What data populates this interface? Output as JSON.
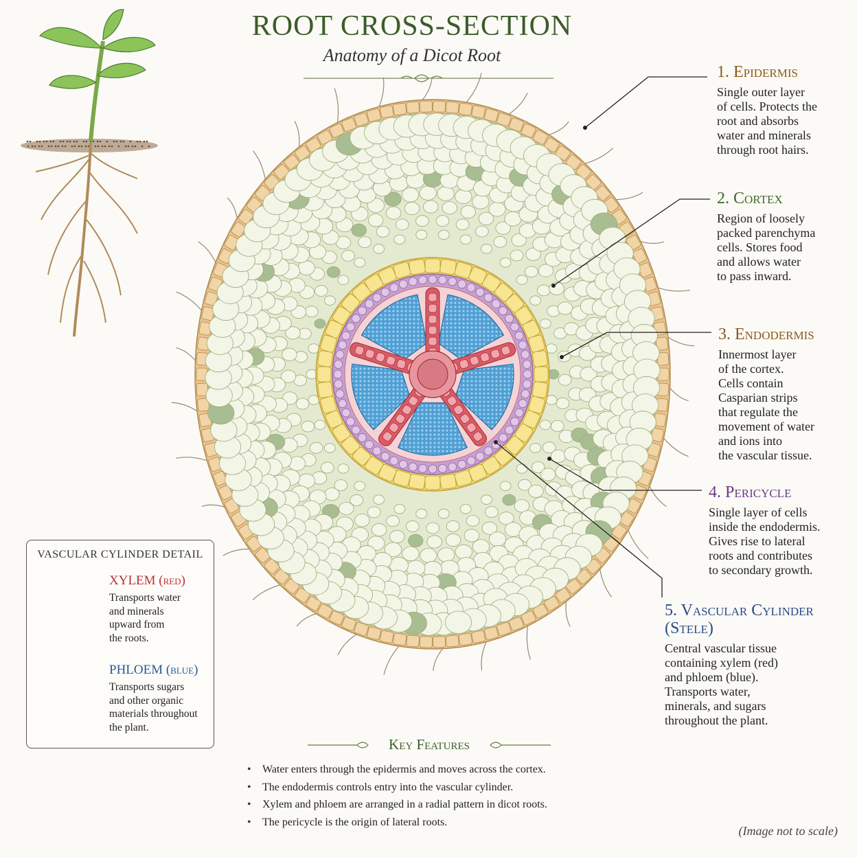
{
  "header": {
    "title": "ROOT CROSS-SECTION",
    "subtitle": "Anatomy of a Dicot Root"
  },
  "labels": [
    {
      "title": "1. Epidermis",
      "color": "#8a5a1c",
      "desc": [
        "Single outer layer",
        "of cells. Protects the",
        "root and absorbs",
        "water and minerals",
        "through  root hairs."
      ]
    },
    {
      "title": "2. Cortex",
      "color": "#3d6a2a",
      "desc": [
        "Region of loosely",
        "packed parenchyma",
        "cells. Stores food",
        "and allows water",
        "to pass inward."
      ]
    },
    {
      "title": "3. Endodermis",
      "color": "#8a5a1c",
      "desc": [
        "Innermost layer",
        "of the cortex.",
        "Cells contain",
        "Casparian strips",
        "that regulate the",
        "movement of water",
        "and ions into",
        "the vascular tissue."
      ]
    },
    {
      "title": "4. Pericycle",
      "color": "#6a3a8a",
      "desc": [
        "Single layer of cells",
        "inside the endodermis.",
        "Gives rise to lateral",
        "roots and contributes",
        "to secondary growth."
      ]
    },
    {
      "title_lines": [
        "5. Vascular Cylinder",
        "(Stele)"
      ],
      "color": "#2a4a8a",
      "desc": [
        "Central vascular tissue",
        "containing xylem (red)",
        "and phloem (blue).",
        "Transports water,",
        "minerals, and sugars",
        "throughout the plant."
      ]
    }
  ],
  "legend": {
    "heading": "VASCULAR CYLINDER DETAIL",
    "xylem": {
      "name": "XYLEM (red)",
      "color": "#b8323a",
      "desc": [
        "Transports water",
        "and minerals",
        "upward from",
        "the roots."
      ]
    },
    "phloem": {
      "name": "PHLOEM (blue)",
      "color": "#2a5a9a",
      "desc": [
        "Transports sugars",
        "and other organic",
        "materials throughout",
        "the plant."
      ]
    }
  },
  "key_features": {
    "title": "Key Features",
    "items": [
      "Water enters through the epidermis and moves across the  cortex.",
      "The endodermis controls entry into the vascular  cylinder.",
      "Xylem and phloem are arranged in a radial pattern in dicot roots.",
      "The pericycle is the origin of lateral roots."
    ]
  },
  "note": "(Image not to scale)",
  "colors": {
    "epidermis": "#e9c48f",
    "cortex": "#e3ead0",
    "endodermis": "#f0d266",
    "pericycle": "#c79fcf",
    "xylem": "#d95b66",
    "phloem": "#4f9fd4",
    "title_green": "#3d5c2b"
  }
}
